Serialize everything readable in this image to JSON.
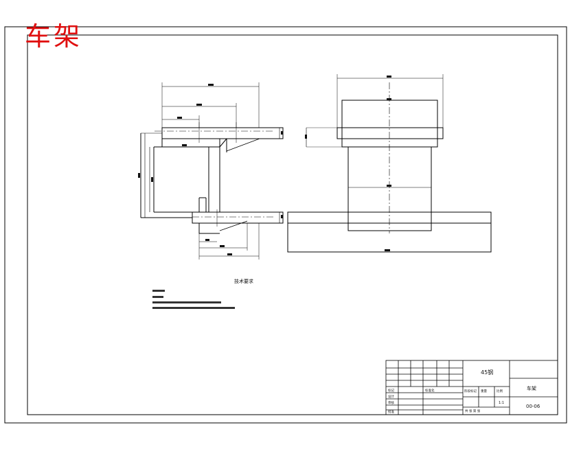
{
  "drawing": {
    "title": "车架",
    "notes_heading": "技术要求",
    "material": "45钢",
    "part_name": "车架",
    "drawing_no": "00-06",
    "scale": "1:1",
    "title_block_labels": {
      "mark": "标记",
      "designed": "设计",
      "checked": "审核",
      "approved": "批准",
      "standardized": "标准化",
      "stage_mark": "阶段标记",
      "weight": "重量",
      "ratio": "比例",
      "sheet": "共 张 第 张"
    }
  },
  "colors": {
    "title_red": "#e01010",
    "line": "#000000"
  }
}
